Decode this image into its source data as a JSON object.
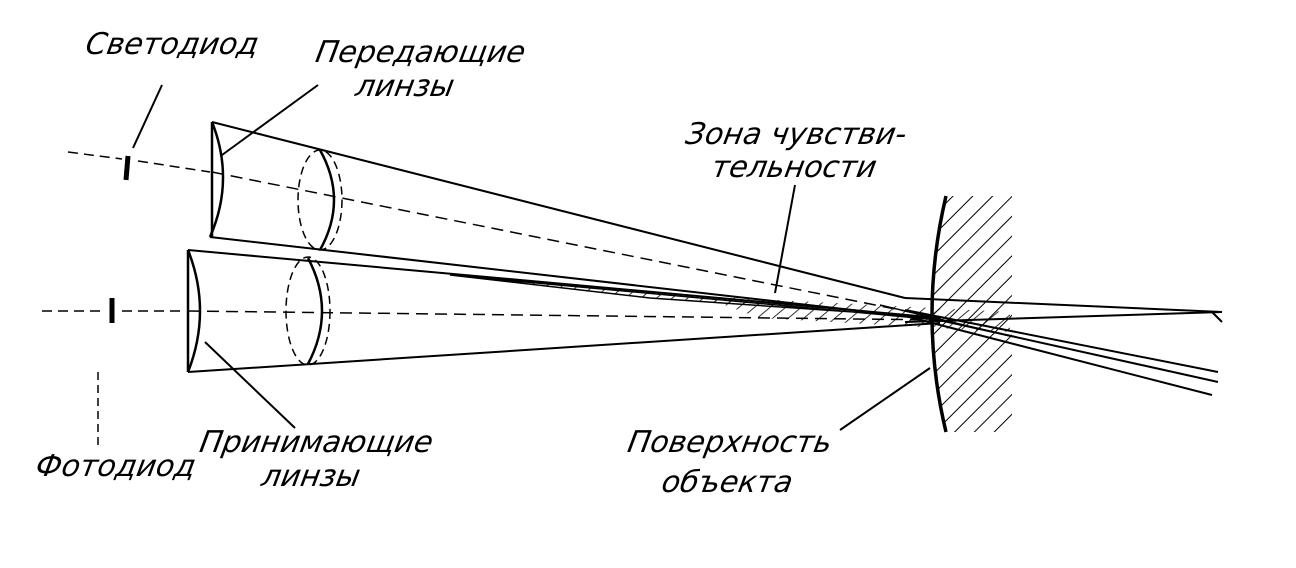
{
  "labels": {
    "led": "Светодиод",
    "tx_lenses_line1": "Передающие",
    "tx_lenses_line2": "линзы",
    "sens_zone_line1": "Зона чувстви-",
    "sens_zone_line2": "тельности",
    "photodiode": "Фотодиод",
    "rx_lenses_line1": "Принимающие",
    "rx_lenses_line2": "линзы",
    "surface_line1": "Поверхность",
    "surface_line2": "объекта"
  },
  "colors": {
    "ink": "#000000",
    "paper": "#ffffff"
  }
}
